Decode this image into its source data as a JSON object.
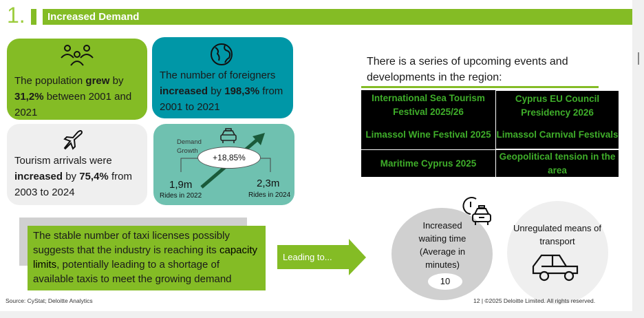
{
  "header": {
    "section_number": "1.",
    "title": "Increased Demand"
  },
  "cards": {
    "population": {
      "icon": "people-icon",
      "pre": "The population ",
      "bold1": "grew",
      "mid": " by ",
      "bold2": "31,2%",
      "post": " between 2001 and 2021"
    },
    "foreigners": {
      "icon": "globe-icon",
      "pre": "The number of foreigners ",
      "bold1": "increased",
      "mid": " by ",
      "bold2": "198,3%",
      "post": " from 2001 to 2021"
    },
    "tourism": {
      "icon": "airplane-icon",
      "pre": "Tourism arrivals were ",
      "bold1": "increased",
      "mid": " by ",
      "bold2": "75,4%",
      "post": " from 2003 to 2024"
    },
    "demand": {
      "icon": "taxi-icon",
      "label_line1": "Demand",
      "label_line2": "Growth",
      "growth": "+18,85%",
      "left_value": "1,9m",
      "left_label": "Rides in 2022",
      "right_value": "2,3m",
      "right_label": "Rides in 2024"
    }
  },
  "events": {
    "intro_pre": "There is a series of ",
    "intro_bold": "upcoming events and developments in the region:",
    "items": [
      "International Sea Tourism Festival 2025/26",
      "Cyprus EU Council Presidency 2026",
      "Limassol Wine Festival 2025",
      "Limassol Carnival Festivals",
      "Maritime Cyprus 2025",
      "Geopolitical tension in the area"
    ]
  },
  "capacity": {
    "pre": "The stable number of taxi licenses possibly suggests that the industry is reaching its ",
    "bold": "capacity limits",
    "post": ", potentially leading to a shortage of available taxis to meet the growing demand"
  },
  "arrow_label": "Leading to...",
  "outcomes": {
    "waiting": {
      "label": "Increased waiting time (Average in minutes)",
      "value": "10",
      "icon": "clock-taxi-icon"
    },
    "unregulated": {
      "label": "Unregulated means of transport",
      "icon": "car-icon"
    }
  },
  "footer": {
    "source": "Source: CyStat; Deloitte Analytics",
    "page": "12  |  ©2025 Deloitte Limited. All rights reserved."
  },
  "colors": {
    "green": "#84bc25",
    "teal": "#0097a7",
    "mint": "#6fc1b0",
    "gray": "#efefef",
    "event_text": "#3fae2a"
  }
}
